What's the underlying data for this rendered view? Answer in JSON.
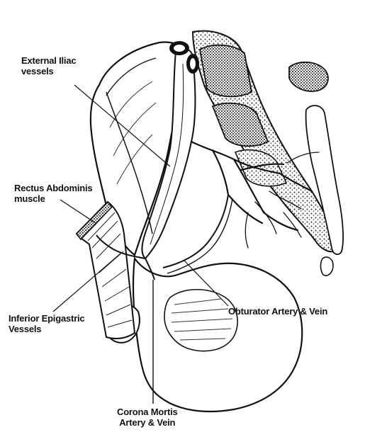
{
  "labels": {
    "external_iliac": {
      "line1": "External Iliac",
      "line2": "vessels"
    },
    "rectus": {
      "line1": "Rectus Abdominis",
      "line2": "muscle"
    },
    "inferior_epigastric": {
      "line1": "Inferior Epigastric",
      "line2": "Vessels"
    },
    "obturator": {
      "line1": "Obturator Artery & Vein"
    },
    "corona_mortis": {
      "line1": "Corona Mortis",
      "line2": "Artery & Vein"
    }
  },
  "colors": {
    "ink": "#111111",
    "shade": "#2a2a2a",
    "paper": "#ffffff"
  }
}
